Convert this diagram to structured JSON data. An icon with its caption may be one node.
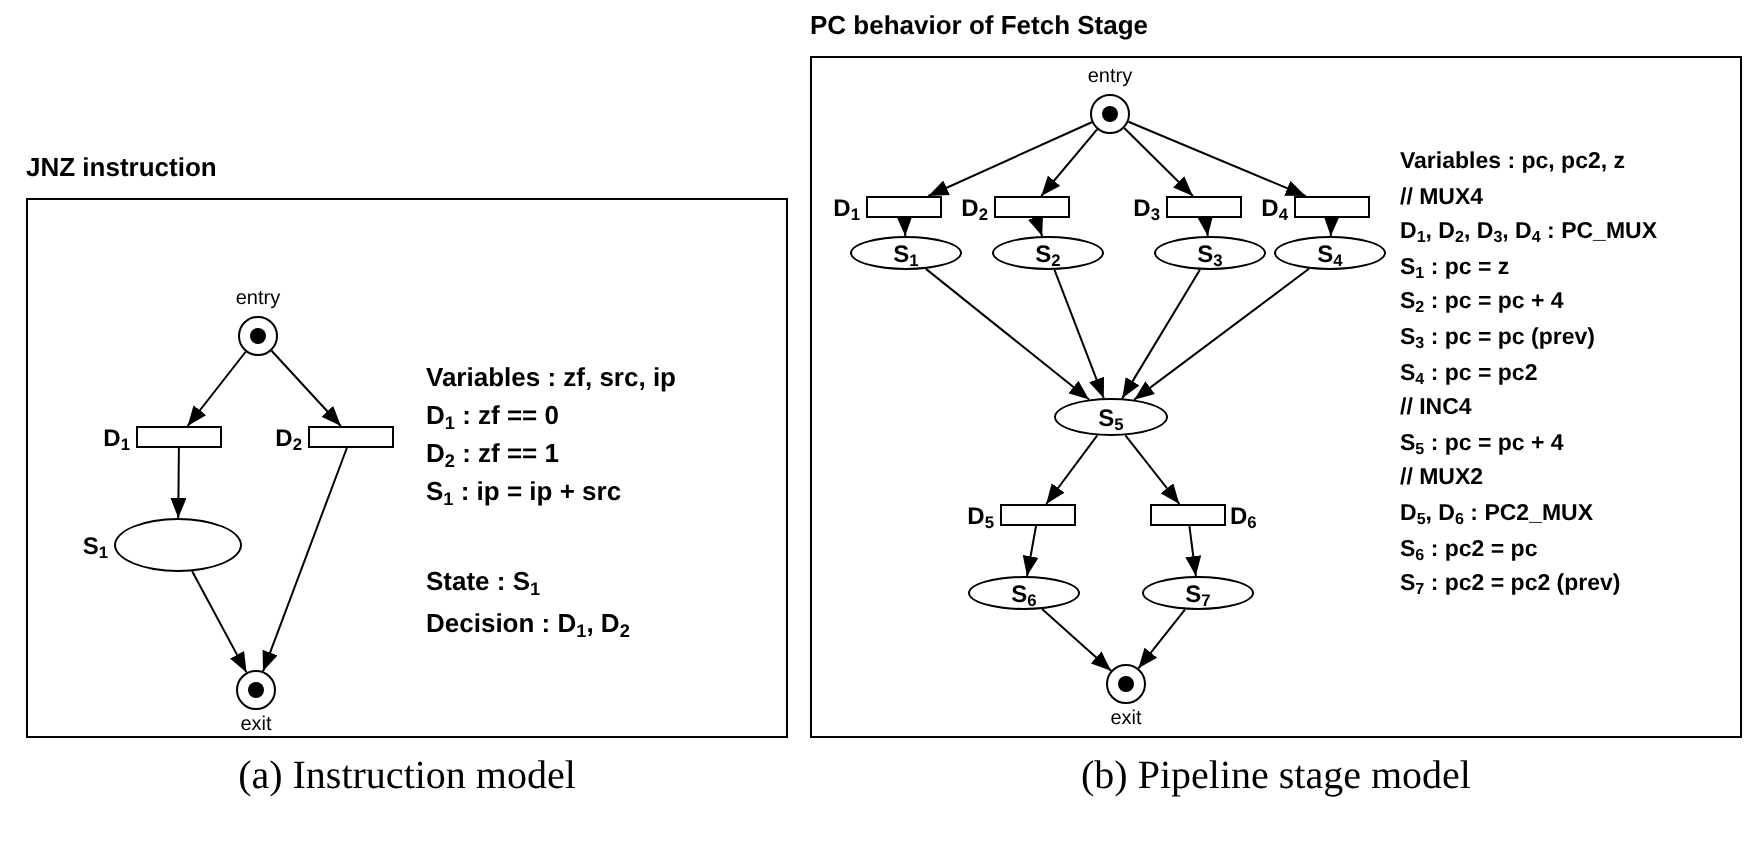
{
  "diagram": {
    "nodes": [
      {
        "text": [
          "JNZ instruction"
        ],
        "beside": [
          "(a) Instruction model"
        ]
      },
      {
        "text": [],
        "shape": "circle",
        "in": 0,
        "beside": [
          "entry"
        ]
      },
      {
        "text": [],
        "shape": "bar",
        "in": 0,
        "beside": [
          "D$_{1}$"
        ]
      },
      {
        "text": [],
        "shape": "bar",
        "in": 0,
        "beside": [
          "D$_{2}$"
        ]
      },
      {
        "text": [],
        "shape": "ellipse",
        "in": 0,
        "beside": [
          "S$_{1}$"
        ]
      },
      {
        "text": [],
        "shape": "circle",
        "in": 0,
        "beside": [
          "exit"
        ]
      },
      {
        "text": [
          "PC behavior of Fetch Stage"
        ],
        "beside": [
          "(b) Pipeline stage model"
        ]
      },
      {
        "text": [],
        "shape": "circle",
        "in": 6,
        "beside": [
          "entry"
        ]
      },
      {
        "text": [],
        "shape": "bar",
        "in": 6,
        "beside": [
          "D$_{1}$"
        ]
      },
      {
        "text": [],
        "shape": "bar",
        "in": 6,
        "beside": [
          "D$_{2}$"
        ]
      },
      {
        "text": [],
        "shape": "bar",
        "in": 6,
        "beside": [
          "D$_{3}$"
        ]
      },
      {
        "text": [],
        "shape": "bar",
        "in": 6,
        "beside": [
          "D$_{4}$"
        ]
      },
      {
        "text": [
          "S$_{1}$"
        ],
        "in": 6
      },
      {
        "text": [
          "S$_{2}$"
        ],
        "in": 6
      },
      {
        "text": [
          "S$_{3}$"
        ],
        "in": 6
      },
      {
        "text": [
          "S$_{4}$"
        ],
        "in": 6
      },
      {
        "text": [
          "S$_{5}$"
        ],
        "in": 6
      },
      {
        "text": [],
        "shape": "bar",
        "in": 6,
        "beside": [
          "D$_{5}$"
        ]
      },
      {
        "text": [],
        "shape": "bar",
        "in": 6,
        "beside": [
          "D$_{6}$"
        ]
      },
      {
        "text": [
          "S$_{6}$"
        ],
        "in": 6
      },
      {
        "text": [
          "S$_{7}$"
        ],
        "in": 6
      },
      {
        "text": [],
        "shape": "circle",
        "in": 6,
        "beside": [
          "exit"
        ]
      }
    ],
    "edges": [
      {
        "from": 1,
        "to": 2,
        "arrow": "to"
      },
      {
        "from": 1,
        "to": 3,
        "arrow": "to"
      },
      {
        "from": 2,
        "to": 4,
        "arrow": "to"
      },
      {
        "from": 3,
        "to": 5,
        "arrow": "to"
      },
      {
        "from": 4,
        "to": 5,
        "arrow": "to"
      },
      {
        "from": 7,
        "to": 8,
        "arrow": "to"
      },
      {
        "from": 7,
        "to": 9,
        "arrow": "to"
      },
      {
        "from": 7,
        "to": 10,
        "arrow": "to"
      },
      {
        "from": 7,
        "to": 11,
        "arrow": "to"
      },
      {
        "from": 8,
        "to": 12,
        "arrow": "to"
      },
      {
        "from": 9,
        "to": 13,
        "arrow": "to"
      },
      {
        "from": 10,
        "to": 14,
        "arrow": "to"
      },
      {
        "from": 11,
        "to": 15,
        "arrow": "to"
      },
      {
        "from": 12,
        "to": 16,
        "arrow": "to"
      },
      {
        "from": 13,
        "to": 16,
        "arrow": "to"
      },
      {
        "from": 14,
        "to": 16,
        "arrow": "to"
      },
      {
        "from": 15,
        "to": 16,
        "arrow": "to"
      },
      {
        "from": 16,
        "to": 17,
        "arrow": "to"
      },
      {
        "from": 16,
        "to": 18,
        "arrow": "to"
      },
      {
        "from": 17,
        "to": 19,
        "arrow": "to"
      },
      {
        "from": 18,
        "to": 20,
        "arrow": "to"
      },
      {
        "from": 19,
        "to": 21,
        "arrow": "to"
      },
      {
        "from": 20,
        "to": 21,
        "arrow": "to"
      }
    ],
    "labels": [
      "Variables : zf, src, ip",
      "D$_{1}$ : zf == 0",
      "D$_{2}$ : zf == 1",
      "S$_{1}$ : ip = ip + src",
      "State : S$_{1}$",
      "Decision : D$_{1}$, D$_{2}$",
      "Variables : pc, pc2, z",
      "// MUX4",
      "D$_{1}$, D$_{2}$, D$_{3}$, D$_{4}$ : PC_MUX",
      "S$_{1}$ : pc = z",
      "S$_{2}$ : pc = pc + 4",
      "S$_{3}$ : pc = pc (prev)",
      "S$_{4}$ : pc = pc2",
      "// INC4",
      "S$_{5}$ : pc = pc + 4",
      "// MUX2",
      "D$_{5}$, D$_{6}$ : PC2_MUX",
      "S$_{6}$ : pc2 = pc",
      "S$_{7}$ : pc2 = pc2 (prev)"
    ]
  }
}
